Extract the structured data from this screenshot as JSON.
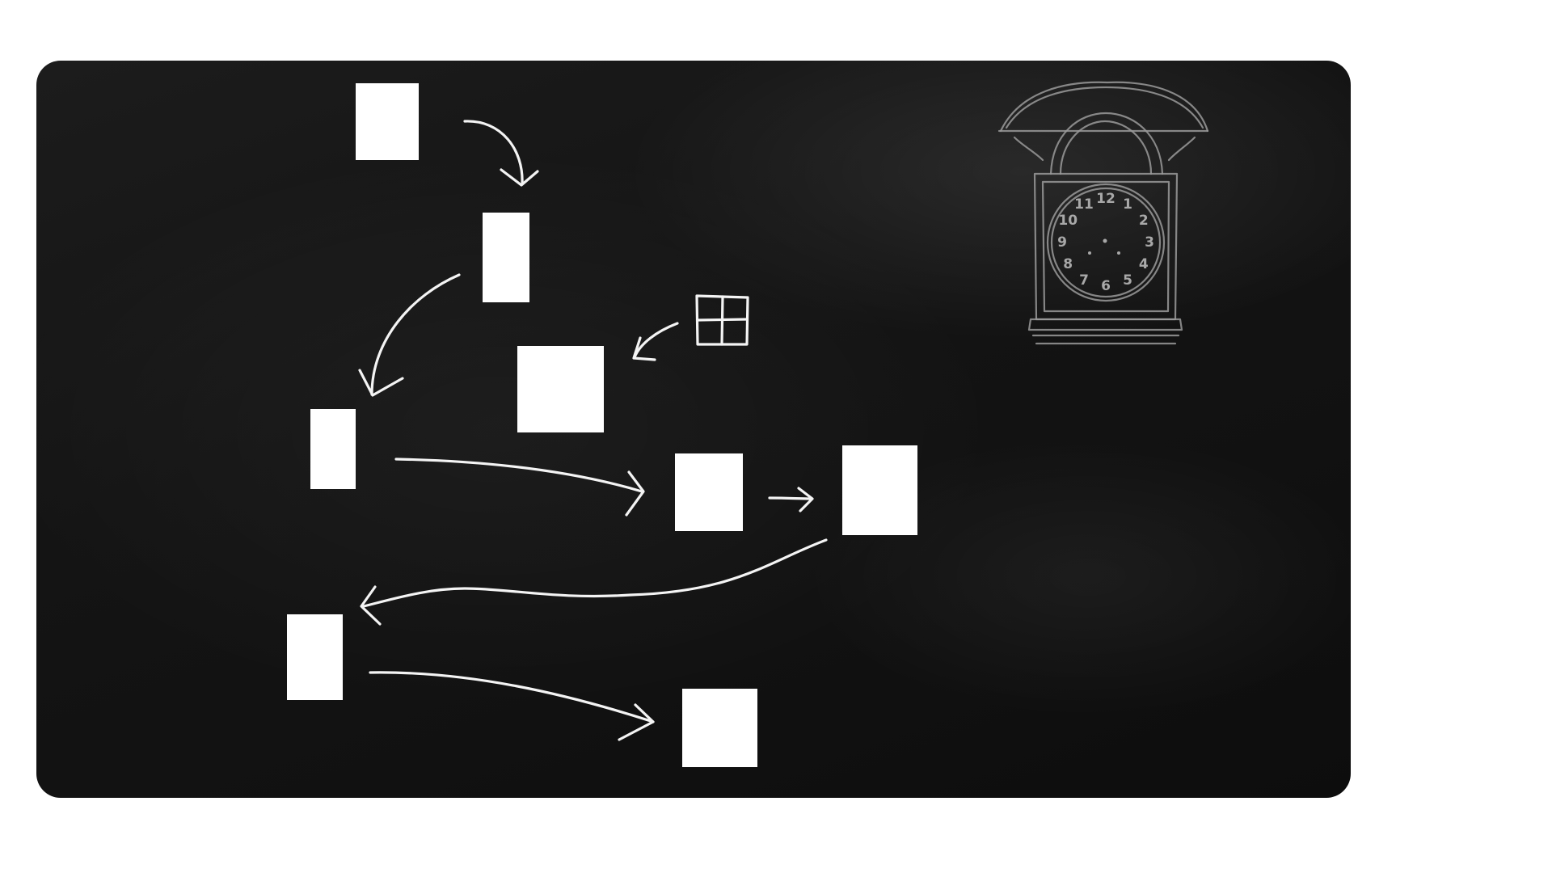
{
  "scene": {
    "background_color": "#111111",
    "chalk_color": "#f4f4f4",
    "slot_color": "#ffffff"
  },
  "slots": [
    {
      "id": "slot-1"
    },
    {
      "id": "slot-2"
    },
    {
      "id": "slot-3"
    },
    {
      "id": "slot-4"
    },
    {
      "id": "slot-5"
    },
    {
      "id": "slot-6"
    },
    {
      "id": "slot-7"
    },
    {
      "id": "slot-8"
    }
  ],
  "hint_icon": "window-icon",
  "clock": {
    "icon": "grandfather-clock-icon",
    "numerals": [
      "12",
      "1",
      "2",
      "3",
      "4",
      "5",
      "6",
      "7",
      "8",
      "9",
      "10",
      "11"
    ]
  }
}
